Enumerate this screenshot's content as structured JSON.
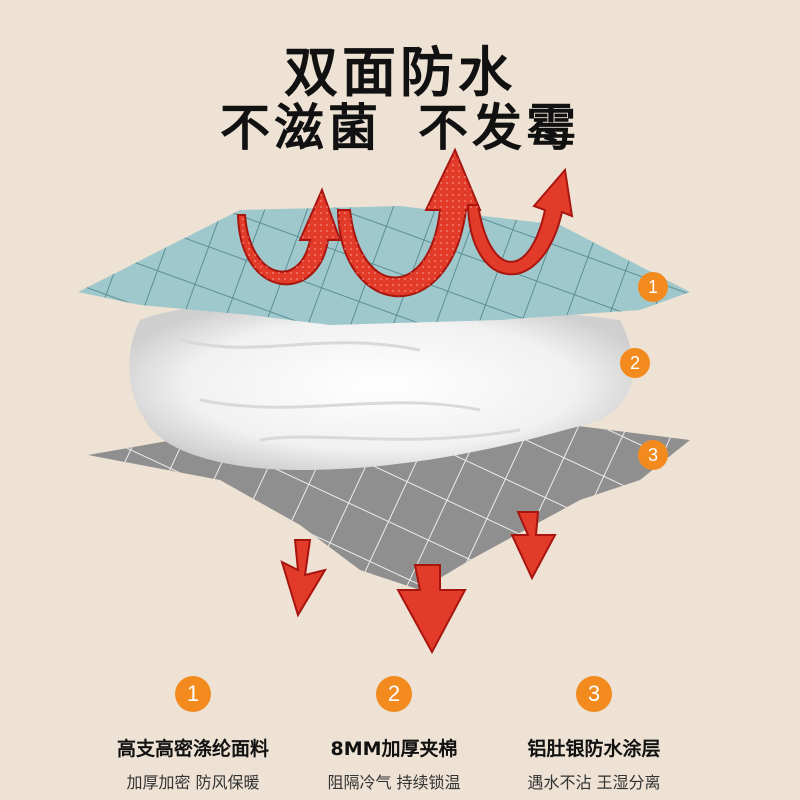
{
  "headline": {
    "line1": "双面防水",
    "line2_part1": "不滋菌",
    "line2_part2": "不发霉"
  },
  "layer_badges": [
    "1",
    "2",
    "3"
  ],
  "features": [
    {
      "number": "1",
      "title": "高支高密涤纶面料",
      "subtitle": "加厚加密 防风保暖"
    },
    {
      "number": "2",
      "title": "8MM加厚夹棉",
      "subtitle": "阻隔冷气 持续锁温"
    },
    {
      "number": "3",
      "title": "铝肚银防水涂层",
      "subtitle": "遇水不沾 王湿分离"
    }
  ],
  "colors": {
    "background": "#ede2d4",
    "top_layer": "#9fc8cc",
    "bottom_layer": "#8f8f8f",
    "arrow": "#e23b2a",
    "badge": "#f28a1e"
  }
}
